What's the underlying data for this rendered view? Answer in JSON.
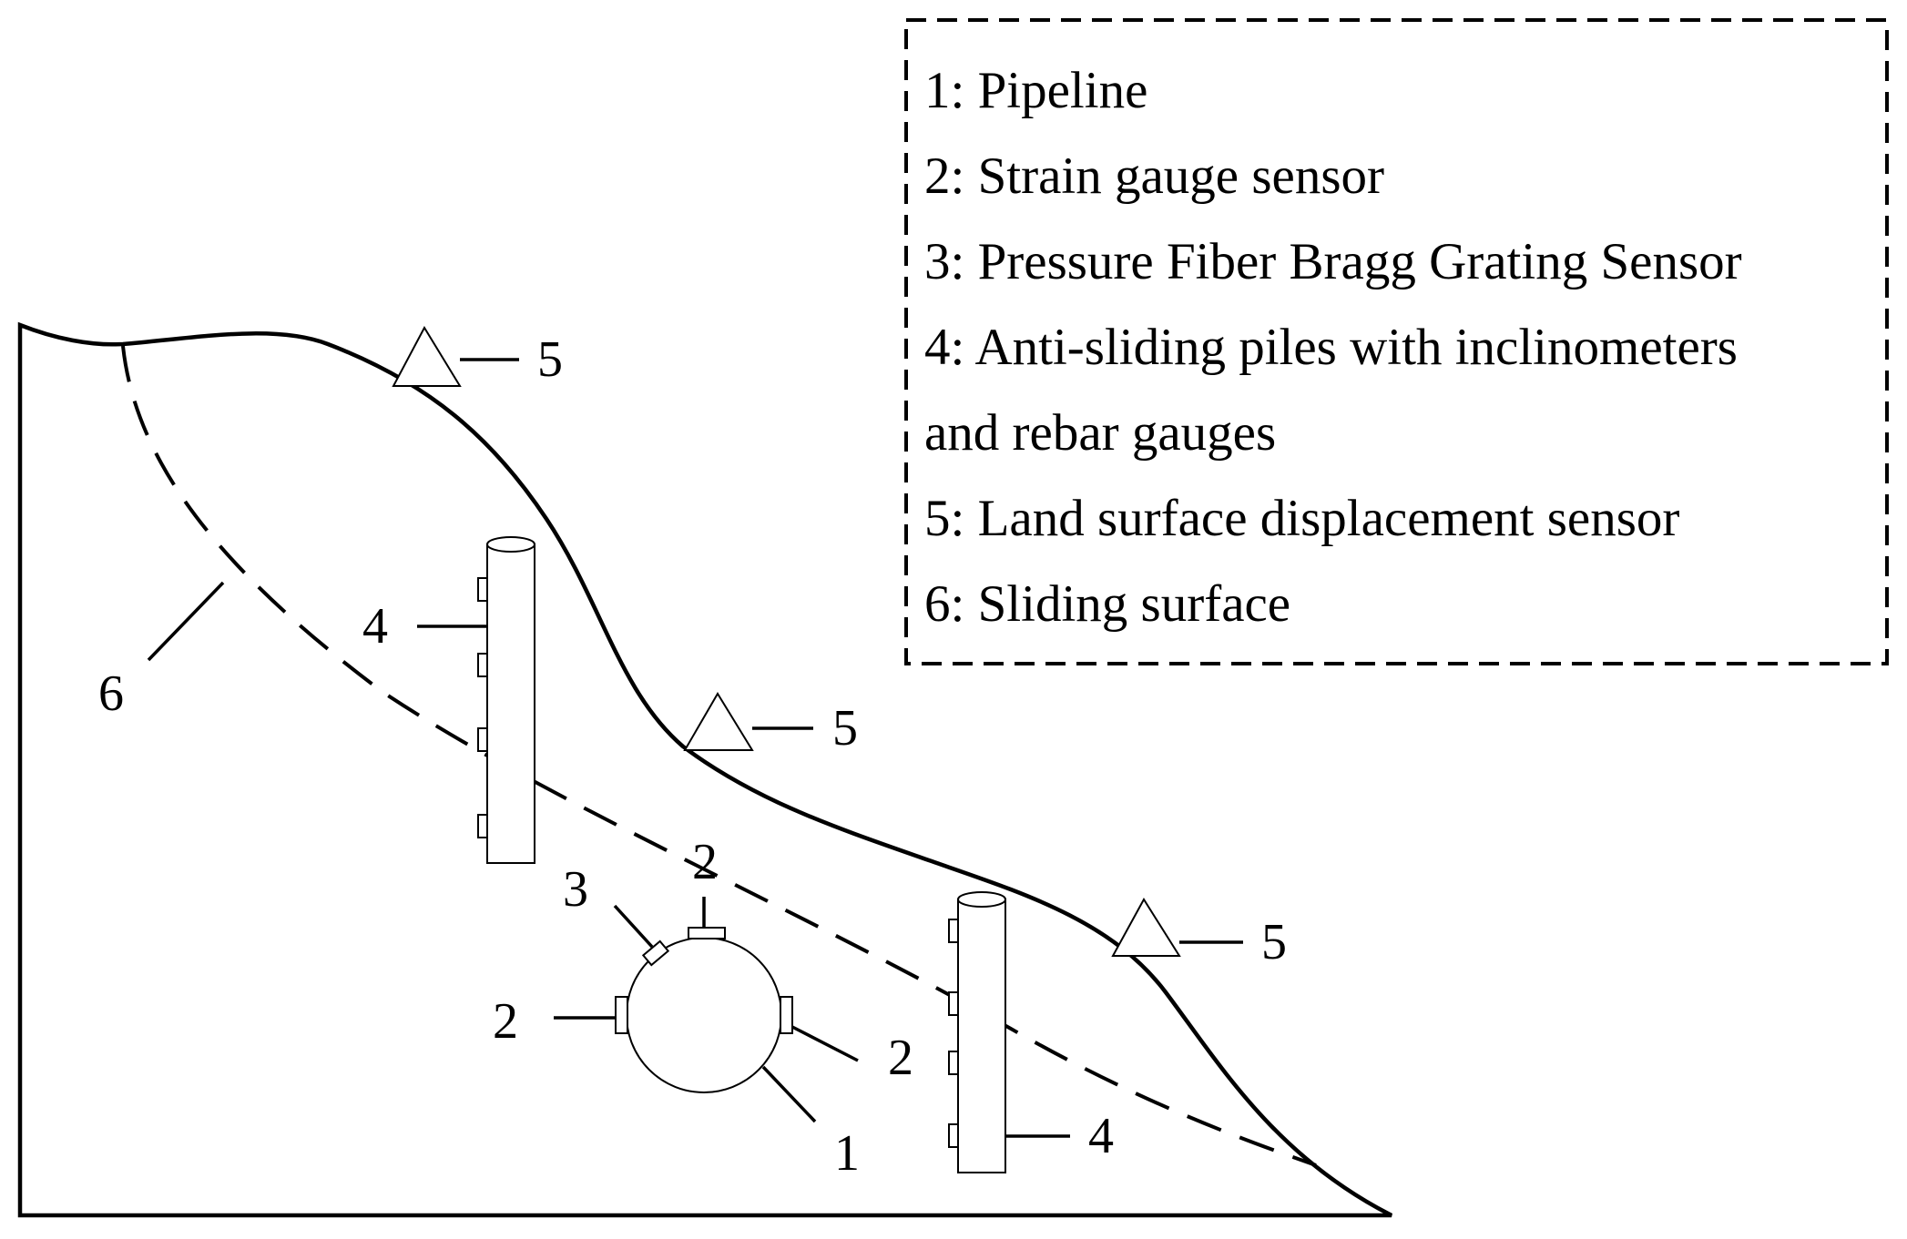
{
  "legend": {
    "items": [
      "1: Pipeline",
      "2: Strain gauge sensor",
      "3: Pressure Fiber Bragg Grating Sensor",
      "4: Anti-sliding piles with inclinometers",
      "and rebar gauges",
      "5: Land surface displacement sensor",
      "6: Sliding surface"
    ]
  },
  "callouts": {
    "pipeline": "1",
    "strain_top": "2",
    "strain_left": "2",
    "strain_right": "2",
    "fbg": "3",
    "pile_upper": "4",
    "pile_lower": "4",
    "disp_top": "5",
    "disp_mid": "5",
    "disp_low": "5",
    "sliding_surface": "6"
  }
}
